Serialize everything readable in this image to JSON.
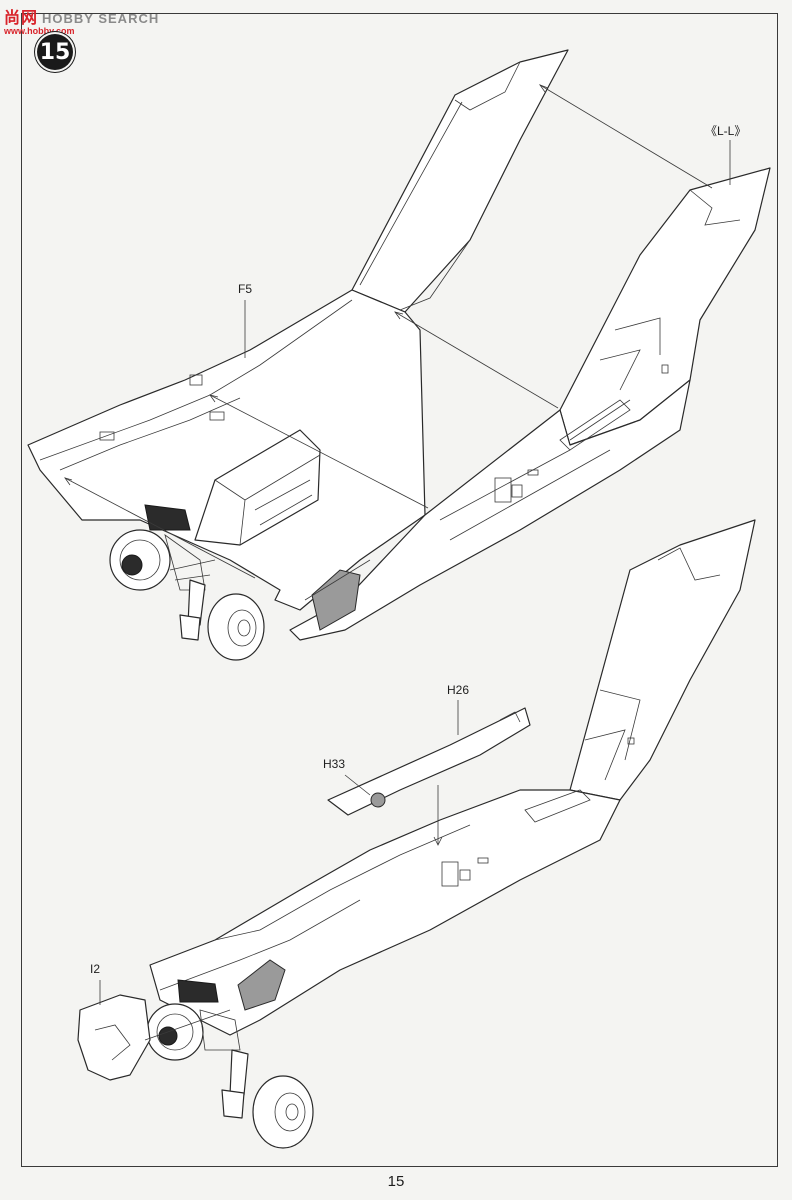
{
  "watermark": {
    "brand_cn": "尚网",
    "brand_en": "HOBBY SEARCH",
    "domain": "www.hobby.com"
  },
  "step": {
    "number": "15"
  },
  "parts": {
    "f5": "F5",
    "ll": "《L-L》",
    "h26": "H26",
    "h33": "H33",
    "i2": "I2"
  },
  "page": {
    "number": "15"
  },
  "colors": {
    "ink": "#2a2a2a",
    "paper": "#f4f4f2",
    "badge": "#1a1a1a",
    "watermark_red": "#d8232a"
  }
}
